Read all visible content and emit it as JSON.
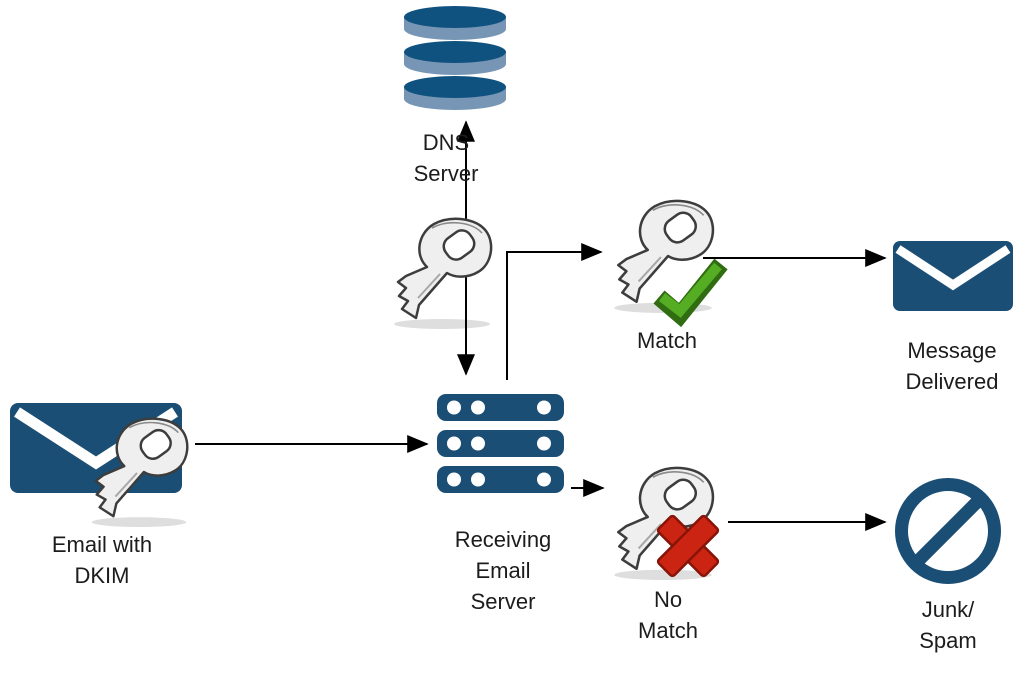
{
  "diagram": {
    "colors": {
      "navy": "#1B4E75",
      "db_top": "#0F527F",
      "db_body": "#7796B5",
      "key_fill": "#EFEFEF",
      "key_stroke": "#3D3D3D",
      "check_green": "#54AD22",
      "check_green_dark": "#2F6C12",
      "x_red": "#CB2413",
      "x_red_dark": "#871407",
      "connector": "#000000",
      "text": "#1C1C1C"
    },
    "nodes": {
      "dns_server": {
        "icon": "database-icon",
        "lines": [
          "DNS",
          "Server"
        ]
      },
      "dns_key": {
        "icon": "key-icon",
        "lines": []
      },
      "email_with_dkim": {
        "icon": "envelope-key-icon",
        "lines": [
          "Email with",
          "DKIM"
        ]
      },
      "receiving_email_server": {
        "icon": "server-rack-icon",
        "lines": [
          "Receiving",
          "Email",
          "Server"
        ]
      },
      "match": {
        "icon": "key-check-icon",
        "lines": [
          "Match"
        ]
      },
      "no_match": {
        "icon": "key-x-icon",
        "lines": [
          "No",
          "Match"
        ]
      },
      "message_delivered": {
        "icon": "envelope-icon",
        "lines": [
          "Message",
          "Delivered"
        ]
      },
      "junk_spam": {
        "icon": "prohibition-icon",
        "lines": [
          "Junk/",
          "Spam"
        ]
      }
    },
    "connectors": [
      {
        "from": "email_with_dkim",
        "to": "receiving_email_server",
        "style": "arrow"
      },
      {
        "from": "receiving_email_server",
        "to": "dns_server",
        "style": "double-arrow"
      },
      {
        "from": "receiving_email_server",
        "to": "match",
        "style": "elbow-arrow"
      },
      {
        "from": "receiving_email_server",
        "to": "no_match",
        "style": "arrow"
      },
      {
        "from": "match",
        "to": "message_delivered",
        "style": "arrow"
      },
      {
        "from": "no_match",
        "to": "junk_spam",
        "style": "arrow"
      }
    ]
  }
}
